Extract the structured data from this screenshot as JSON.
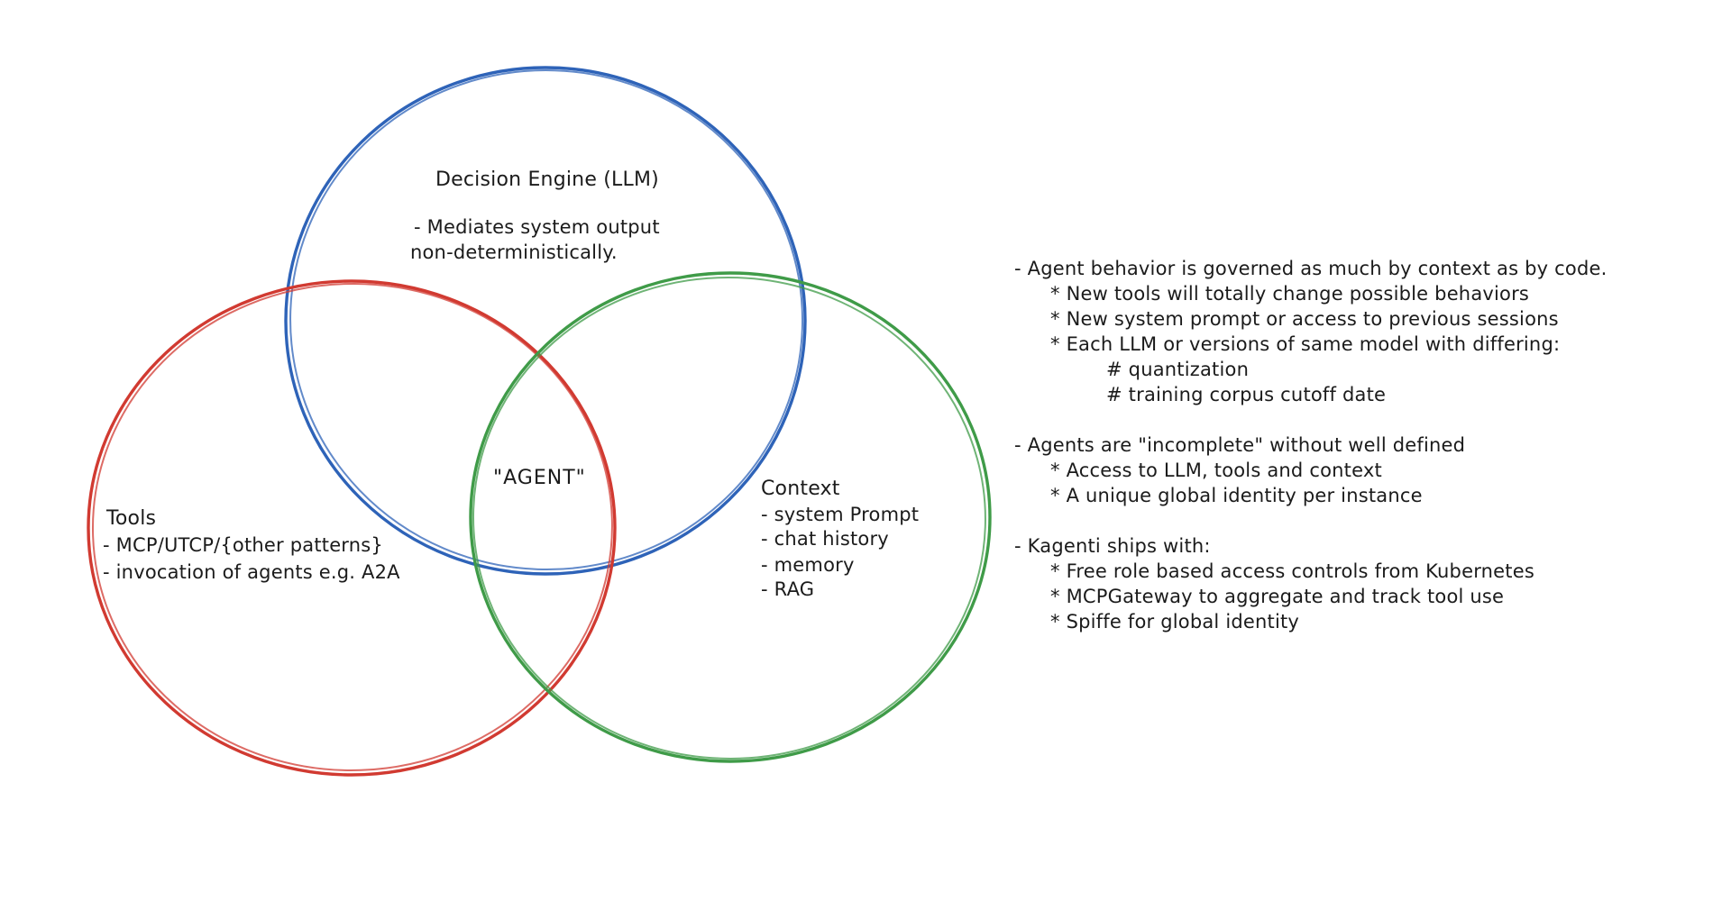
{
  "venn": {
    "center_label": "\"AGENT\"",
    "decision_engine": {
      "color": "#2e63b8",
      "title": "Decision Engine (LLM)",
      "lines": [
        "- Mediates system output",
        "non-deterministically."
      ]
    },
    "tools": {
      "color": "#d13a31",
      "title": "Tools",
      "lines": [
        "- MCP/UTCP/{other patterns}",
        "- invocation of agents e.g. A2A"
      ]
    },
    "context": {
      "color": "#3f9b48",
      "title": "Context",
      "lines": [
        "- system Prompt",
        "- chat history",
        "- memory",
        "- RAG"
      ]
    }
  },
  "notes": {
    "text_color": "#1b1b1b",
    "blocks": [
      {
        "lines": [
          "- Agent behavior is governed as much by context as by code.",
          "* New tools will totally change possible behaviors",
          "* New system prompt or access to previous sessions",
          "* Each LLM or versions of same model with differing:",
          "# quantization",
          "# training corpus cutoff date"
        ]
      },
      {
        "lines": [
          "- Agents are \"incomplete\" without well defined",
          "* Access to LLM, tools and context",
          "* A unique global identity per instance"
        ]
      },
      {
        "lines": [
          "- Kagenti ships with:",
          "* Free role based access controls from Kubernetes",
          "* MCPGateway to aggregate and track tool use",
          "* Spiffe for global identity"
        ]
      }
    ]
  }
}
